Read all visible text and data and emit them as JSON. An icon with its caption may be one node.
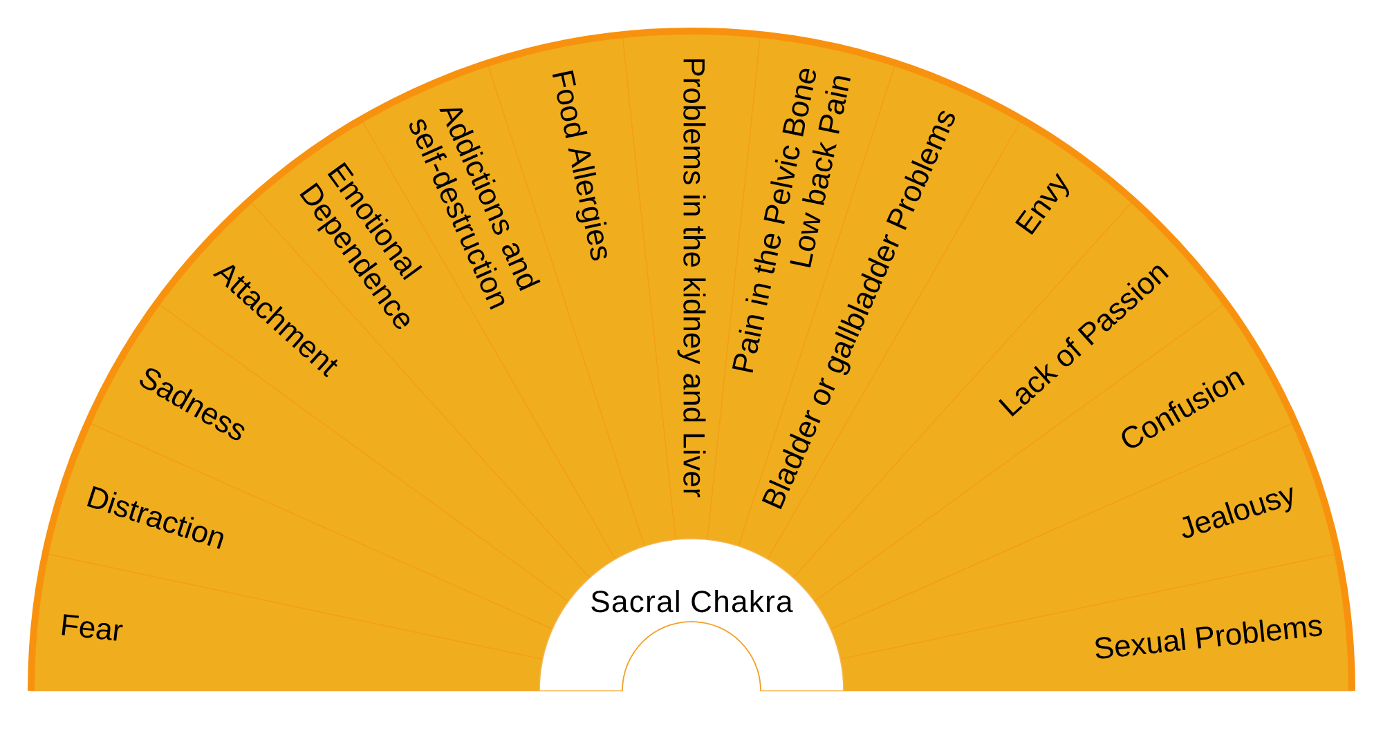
{
  "diagram": {
    "nodes": [
      {
        "text": [
          "Fear"
        ]
      },
      {
        "text": [
          "Distraction"
        ]
      },
      {
        "text": [
          "Sadness"
        ]
      },
      {
        "text": [
          "Attachment"
        ]
      },
      {
        "text": [
          "Emotional Dependence"
        ]
      },
      {
        "text": [
          "Addictions and self-destruction"
        ]
      },
      {
        "text": [
          "Food Allergies"
        ]
      },
      {
        "text": [
          "Problems in the kidney and Liver"
        ]
      },
      {
        "text": [
          "Pain in the Pelvic Bone",
          "Low back Pain"
        ]
      },
      {
        "text": [
          "Bladder or gallbladder Problems"
        ]
      },
      {
        "text": [
          "Envy"
        ]
      },
      {
        "text": [
          "Lack of Passion"
        ]
      },
      {
        "text": [
          "Confusion"
        ]
      },
      {
        "text": [
          "Jealousy"
        ]
      },
      {
        "text": [
          "Sexual Problems"
        ]
      },
      {
        "text": [
          "Sacral Chakra"
        ]
      }
    ]
  }
}
